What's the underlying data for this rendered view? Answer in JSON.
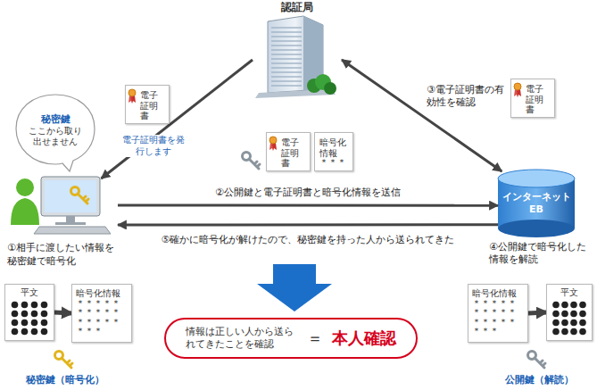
{
  "diagram": {
    "nodes": [
      {
        "text": [
          "認証局"
        ]
      },
      {
        "text": [
          "①相手に渡したい情報を秘密鍵で暗号化"
        ]
      },
      {
        "text": [
          "インターネットEB"
        ]
      },
      {
        "text": [
          "秘密鍵",
          "ここから取り出せません"
        ]
      },
      {
        "text": [
          "情報は正しい人から送られてきたことを確認",
          "＝",
          "本人確認"
        ]
      },
      {
        "text": [
          "電子証明書"
        ]
      },
      {
        "text": [
          "電子証明書"
        ]
      },
      {
        "text": [
          "暗号化情報",
          "＊＊＊"
        ]
      },
      {
        "text": [
          "電子証明書"
        ]
      },
      {
        "text": [
          "平文"
        ]
      },
      {
        "text": [
          "暗号化情報",
          "＊＊＊＊＊ ＊＊＊＊＊ ＊＊＊＊＊ ＊＊＊"
        ]
      },
      {
        "text": [
          "暗号化情報",
          "＊＊＊＊＊ ＊＊＊＊＊ ＊＊＊＊＊ ＊＊＊"
        ]
      },
      {
        "text": [
          "平文"
        ]
      }
    ],
    "edges": [
      {
        "from": 0,
        "to": 1,
        "arrow": "to"
      },
      {
        "from": 0,
        "to": 2,
        "arrow": "both"
      },
      {
        "from": 1,
        "to": 2,
        "label": "②公開鍵と電子証明書と暗号化情報を送信",
        "arrow": "to"
      },
      {
        "from": 2,
        "to": 1,
        "label": "⑤確かに暗号化が解けたので、秘密鍵を持った人から送られてきた",
        "arrow": "to"
      },
      {
        "from": 9,
        "to": 10,
        "arrow": "to"
      },
      {
        "from": 11,
        "to": 12,
        "arrow": "to"
      }
    ],
    "labels": [
      "電子証明書を発行します",
      "③電子証明書の有効性を確認",
      "④公開鍵で暗号化した情報を解読",
      "秘密鍵（暗号化）",
      "公開鍵（解読）"
    ]
  }
}
